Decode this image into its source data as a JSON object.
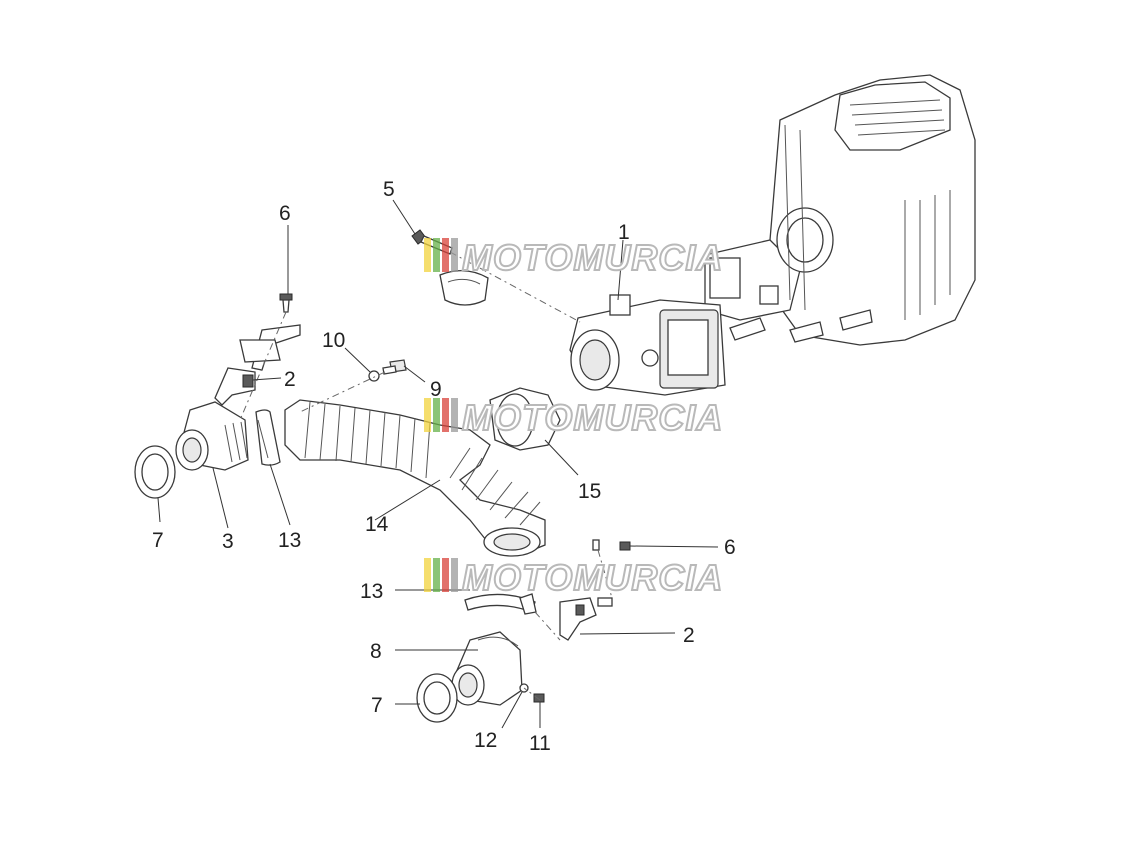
{
  "watermark": {
    "text": "MOTOMURCIA",
    "colors": [
      "#f2d33c",
      "#66b04a",
      "#d8413a",
      "#9a9a9a"
    ]
  },
  "callouts": {
    "c1": "1",
    "c2_upper": "2",
    "c2_lower": "2",
    "c3": "3",
    "c5": "5",
    "c6_upper": "6",
    "c6_lower": "6",
    "c7_upper": "7",
    "c7_lower": "7",
    "c8": "8",
    "c9": "9",
    "c10": "10",
    "c11": "11",
    "c12": "12",
    "c13_left": "13",
    "c13_lower": "13",
    "c14": "14",
    "c15": "15"
  }
}
